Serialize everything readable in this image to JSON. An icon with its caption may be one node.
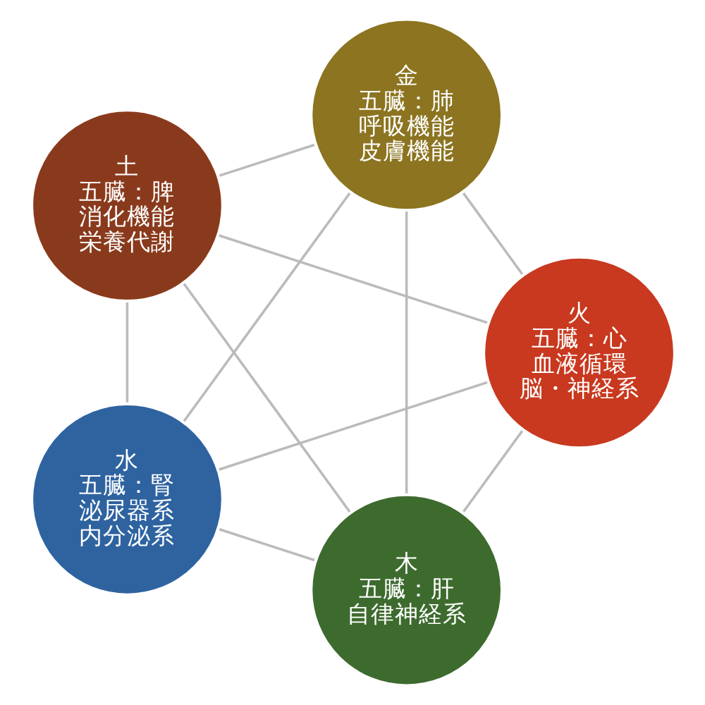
{
  "diagram": {
    "nodes": [
      {
        "text": [
          "木",
          "五臓：肝",
          "自律神経系"
        ]
      },
      {
        "text": [
          "火",
          "五臓：心",
          "血液循環",
          "脳・神経系"
        ]
      },
      {
        "text": [
          "土",
          "五臓：脾",
          "消化機能",
          "栄養代謝"
        ]
      },
      {
        "text": [
          "金",
          "五臓：肺",
          "呼吸機能",
          "皮膚機能"
        ]
      },
      {
        "text": [
          "水",
          "五臓：腎",
          "泌尿器系",
          "内分泌系"
        ]
      }
    ],
    "edges": [
      {
        "from": 0,
        "to": 1,
        "arrow": "none"
      },
      {
        "from": 1,
        "to": 2,
        "arrow": "none"
      },
      {
        "from": 2,
        "to": 3,
        "arrow": "none"
      },
      {
        "from": 3,
        "to": 4,
        "arrow": "none"
      },
      {
        "from": 4,
        "to": 0,
        "arrow": "none"
      },
      {
        "from": 0,
        "to": 2,
        "arrow": "none"
      },
      {
        "from": 0,
        "to": 3,
        "arrow": "none"
      },
      {
        "from": 1,
        "to": 3,
        "arrow": "none"
      },
      {
        "from": 1,
        "to": 4,
        "arrow": "none"
      },
      {
        "from": 4,
        "to": 2,
        "arrow": "none"
      }
    ]
  }
}
